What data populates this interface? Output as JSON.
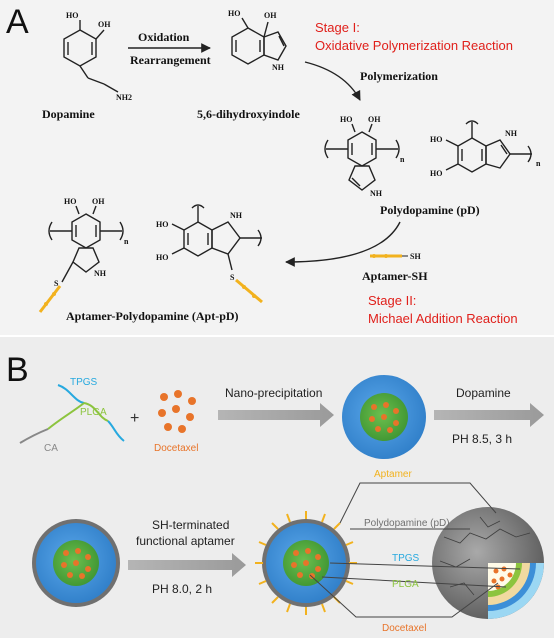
{
  "panel_a": {
    "letter": "A",
    "oxidation": "Oxidation",
    "rearrangement": "Rearrangement",
    "dopamine": "Dopamine",
    "dihydroxyindole": "5,6-dihydroxyindole",
    "stage1_title": "Stage I:",
    "stage1_desc": "Oxidative Polymerization Reaction",
    "polymerization": "Polymerization",
    "polydopamine": "Polydopamine (pD)",
    "aptamer_sh": "Aptamer-SH",
    "apt_pd": "Aptamer-Polydopamine (Apt-pD)",
    "stage2_title": "Stage II:",
    "stage2_desc": "Michael Addition Reaction",
    "atoms": {
      "ho": "HO",
      "oh": "OH",
      "nh2": "NH2",
      "nh": "NH",
      "n": "n",
      "s": "S",
      "sh": "SH"
    },
    "colors": {
      "stage_red": "#e0201b"
    }
  },
  "panel_b": {
    "letter": "B",
    "tpgs": "TPGS",
    "plga": "PLGA",
    "ca": "CA",
    "plus": "+",
    "docetaxel": "Docetaxel",
    "nano_precipitation": "Nano-precipitation",
    "dopamine": "Dopamine",
    "ph_a": "PH 8.5, 3 h",
    "sh_terminated": "SH-terminated",
    "functional_aptamer": "functional aptamer",
    "ph_b": "PH 8.0, 2 h",
    "label_aptamer": "Aptamer",
    "label_polydopamine": "Polydopamine (pD)",
    "label_tpgs": "TPGS",
    "label_plga": "PLGA",
    "label_docetaxel": "Docetaxel",
    "colors": {
      "tpgs": "#27a9df",
      "plga": "#8cc43e",
      "ca": "#888888",
      "docetaxel": "#e8742a",
      "aptamer": "#f2b21e",
      "shell_blue": "#3c8fd8",
      "core_green": "#4fa83d",
      "pd_gray": "#7d7d7d"
    }
  }
}
